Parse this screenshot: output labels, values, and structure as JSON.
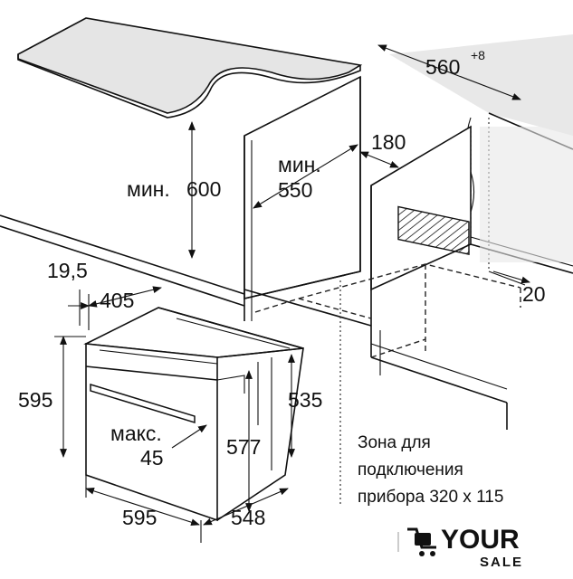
{
  "dimensions": {
    "niche_width": "560",
    "niche_width_tol": "+8",
    "gap_180": "180",
    "min_label_1": "мин.",
    "min_value_600": "600",
    "min_label_2": "мин.",
    "min_value_550": "550",
    "depth_20": "20",
    "d_19_5": "19,5",
    "d_405": "405",
    "d_595_h": "595",
    "d_535": "535",
    "max_label": "макс.",
    "max_value": "45",
    "d_577": "577",
    "d_595_w": "595",
    "d_548": "548"
  },
  "zone_note": {
    "line1": "Зона для",
    "line2": "подключения",
    "line3": "прибора 320 х 115"
  },
  "logo": {
    "word": "YOUR",
    "sub": "SALE"
  }
}
